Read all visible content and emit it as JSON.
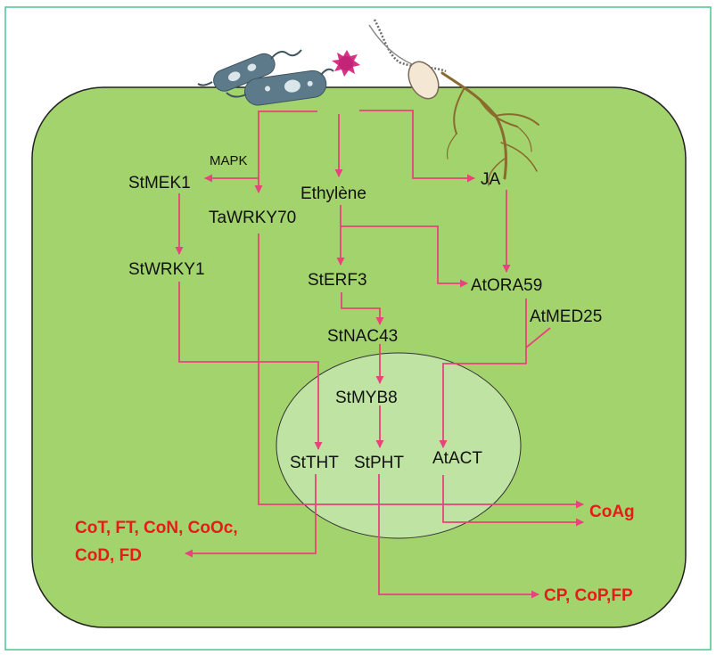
{
  "colors": {
    "frame_border": "#4cc48f",
    "cell_fill": "#a3d36d",
    "cell_border": "#222222",
    "nucleus_fill": "#bfe3a2",
    "arrow": "#e8437a",
    "label_text": "#111111",
    "output_text": "#e81b1b",
    "bacterium": "#5d7a8a",
    "virus": "#d63385",
    "root": "#8b6a2e"
  },
  "icons": {
    "bacteria": "bacteria-icon",
    "virus": "virus-icon",
    "nematode_egg": "nematode-icon",
    "roots": "root-icon"
  },
  "labels": {
    "mapk": "MAPK",
    "stmek1": "StMEK1",
    "tawrky70": "TaWRKY70",
    "ethylene": "Ethylène",
    "ja": "JA",
    "stwrky1": "StWRKY1",
    "sterf3": "StERF3",
    "atora59": "AtORA59",
    "atmed25": "AtMED25",
    "stnac43": "StNAC43",
    "stmyb8": "StMYB8",
    "sttht": "StTHT",
    "stpht": "StPHT",
    "atact": "AtACT"
  },
  "outputs": {
    "coag": "CoAg",
    "left_line1": "CoT, FT, CoN, CoOc,",
    "left_line2": "CoD, FD",
    "bottom_right": "CP, CoP,FP"
  }
}
